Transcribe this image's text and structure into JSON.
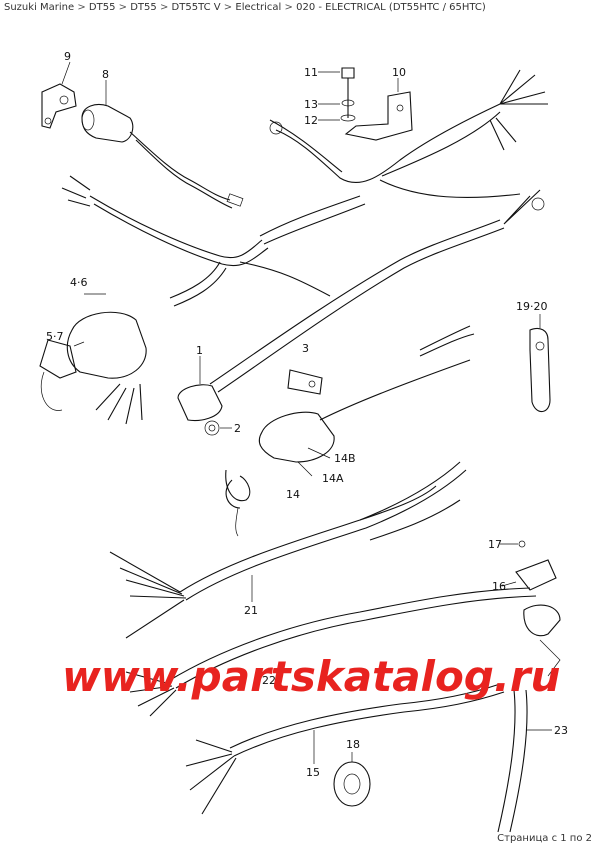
{
  "breadcrumb": {
    "items": [
      "Suzuki Marine",
      "DT55",
      "DT55",
      "DT55TC V",
      "Electrical",
      "020 - ELECTRICAL (DT55HTC / 65HTC)"
    ],
    "separator": ">"
  },
  "callouts": {
    "p1": "1",
    "p2": "2",
    "p3": "3",
    "p4_6": "4·6",
    "p5_7": "5·7",
    "p8": "8",
    "p9": "9",
    "p10": "10",
    "p11": "11",
    "p12": "12",
    "p13": "13",
    "p14": "14",
    "p14a": "14A",
    "p14b": "14B",
    "p15": "15",
    "p16": "16",
    "p17": "17",
    "p18": "18",
    "p19_20": "19·20",
    "p21": "21",
    "p22": "22",
    "p23": "23"
  },
  "watermark": "www.partskatalog.ru",
  "pager": "Страница с 1 по 2",
  "colors": {
    "watermark": "#e8231f",
    "line": "#111111"
  }
}
